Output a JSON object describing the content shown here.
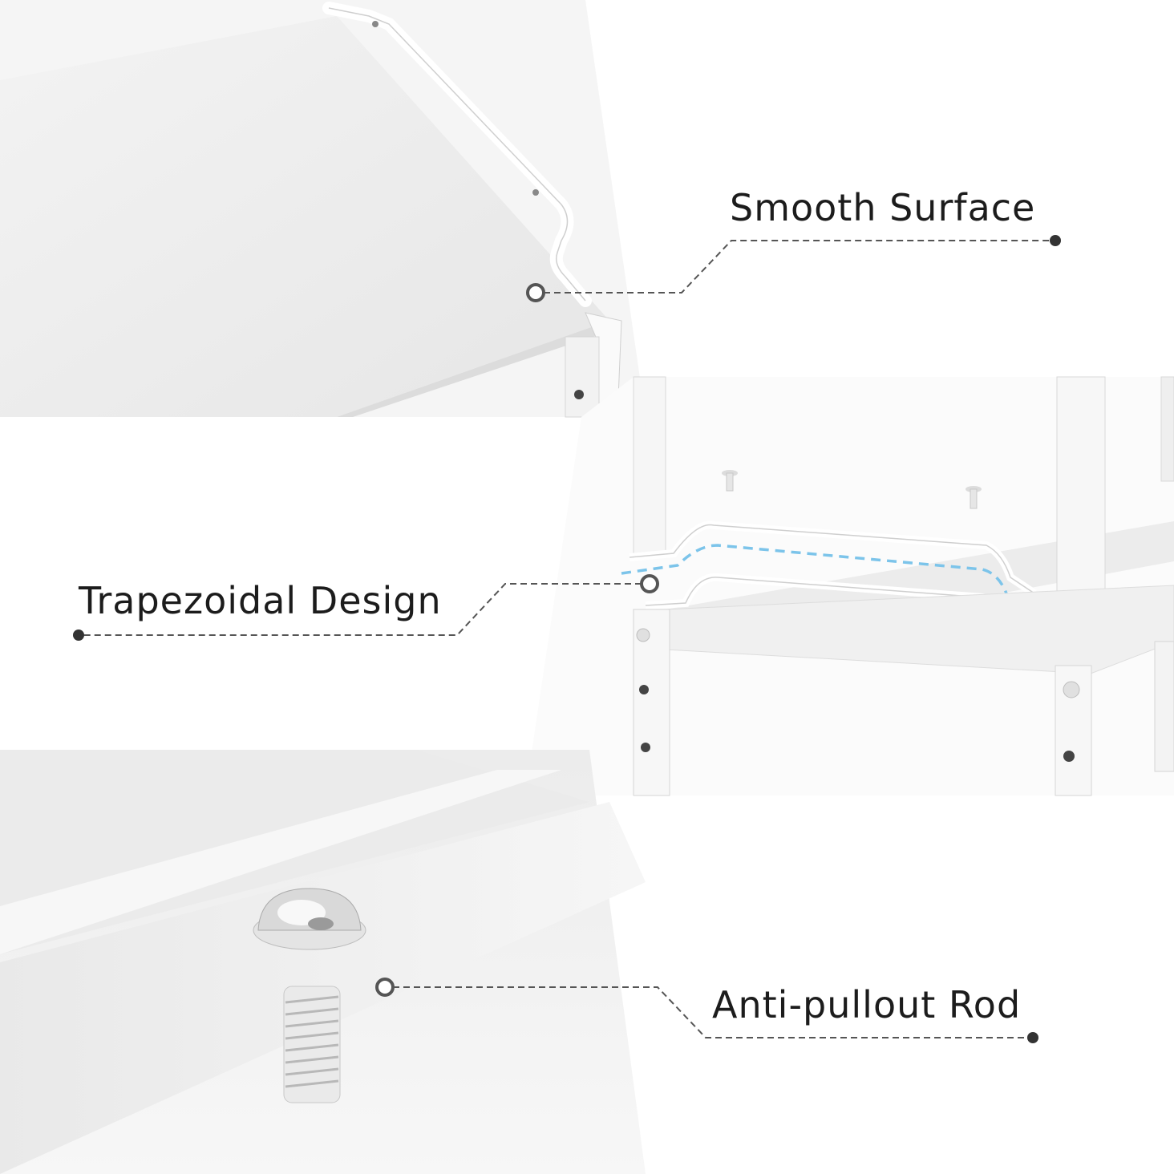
{
  "callouts": {
    "smooth_surface": "Smooth Surface",
    "trapezoidal_design": "Trapezoidal Design",
    "anti_pullout_rod": "Anti-pullout Rod"
  },
  "colors": {
    "background": "#ffffff",
    "panel_gray": "#efefef",
    "text": "#1c1c1c",
    "leader_line": "#555555",
    "accent_dashed": "#7cc4ea"
  },
  "icons": {
    "anchor_point": "hollow-circle-icon",
    "endpoint": "filled-dot-icon",
    "screw": "screw-icon"
  }
}
